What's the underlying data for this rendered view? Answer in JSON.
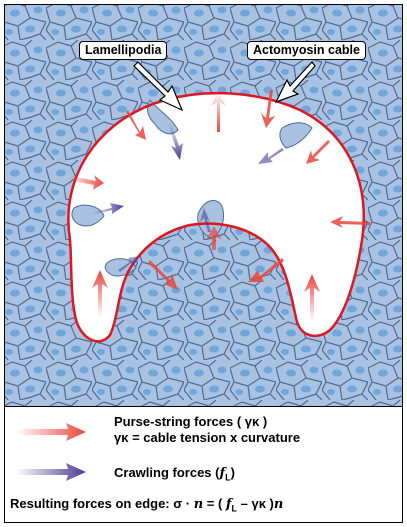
{
  "labels": {
    "lamellipodia": "Lamellipodia",
    "actomyosin_cable": "Actomyosin cable"
  },
  "legend": {
    "purse_string_title": "Purse-string forces ( γκ )",
    "purse_string_definition": "γκ = cable tension x curvature",
    "crawling_label": "Crawling forces (",
    "crawling_symbol": "f",
    "crawling_subscript": "L",
    "crawling_close": ")",
    "equation_prefix": "Resulting forces on edge: σ · ",
    "equation_n1": "n",
    "equation_mid": " = ( ",
    "equation_f": "f",
    "equation_sub": "L",
    "equation_minus": " – γκ )",
    "equation_n2": "n"
  },
  "colors": {
    "cell_fill": "#a9c2e2",
    "cell_border": "#506a93",
    "nucleus": "#6fa6db",
    "wound": "#ffffff",
    "cable": "#e0161f",
    "purse_arrow": "#e8463e",
    "crawl_arrow": "#4c3a90"
  }
}
